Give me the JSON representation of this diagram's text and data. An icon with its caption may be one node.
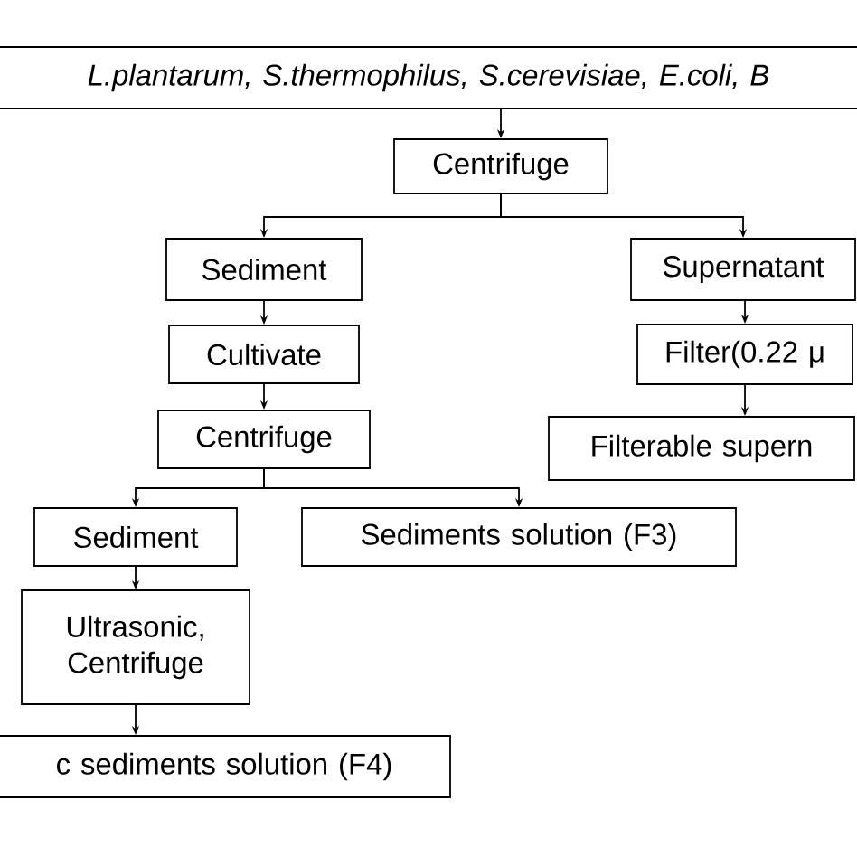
{
  "diagram": {
    "nodes": [
      {
        "text": [
          "L.plantarum, S.thermophilus, S.cerevisiae, E.coli, B"
        ]
      },
      {
        "text": [
          "Centrifuge"
        ]
      },
      {
        "text": [
          "Sediment"
        ]
      },
      {
        "text": [
          "Supernatant"
        ]
      },
      {
        "text": [
          "Cultivate"
        ]
      },
      {
        "text": [
          "Filter(0.22 μ"
        ]
      },
      {
        "text": [
          "Centrifuge"
        ]
      },
      {
        "text": [
          "Filterable supern"
        ]
      },
      {
        "text": [
          "Sediment"
        ]
      },
      {
        "text": [
          "Sediments solution (F3)"
        ]
      },
      {
        "text": [
          "Ultrasonic, Centrifuge"
        ]
      },
      {
        "text": [
          "c sediments solution (F4)"
        ]
      }
    ],
    "edges": [
      {
        "from": 0,
        "to": 1,
        "arrow": "to"
      },
      {
        "from": 1,
        "to": 2,
        "arrow": "to"
      },
      {
        "from": 1,
        "to": 3,
        "arrow": "to"
      },
      {
        "from": 2,
        "to": 4,
        "arrow": "to"
      },
      {
        "from": 3,
        "to": 5,
        "arrow": "to"
      },
      {
        "from": 5,
        "to": 7,
        "arrow": "to"
      },
      {
        "from": 4,
        "to": 6,
        "arrow": "to"
      },
      {
        "from": 6,
        "to": 8,
        "arrow": "to"
      },
      {
        "from": 6,
        "to": 9,
        "arrow": "to"
      },
      {
        "from": 8,
        "to": 10,
        "arrow": "to"
      },
      {
        "from": 10,
        "to": 11,
        "arrow": "to"
      }
    ]
  }
}
